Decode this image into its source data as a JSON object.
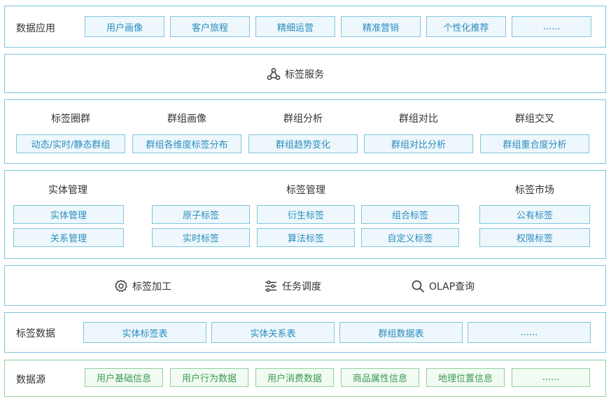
{
  "app": {
    "title": "数据应用",
    "items": [
      "用户画像",
      "客户旅程",
      "精细运营",
      "精准营销",
      "个性化推荐",
      "......"
    ]
  },
  "tag_service": {
    "label": "标签服务",
    "icon": "share-nodes-icon"
  },
  "analysis": {
    "groups": [
      {
        "title": "标签圈群",
        "item": "动态/实时/静态群组"
      },
      {
        "title": "群组画像",
        "item": "群组各维度标签分布"
      },
      {
        "title": "群组分析",
        "item": "群组趋势变化"
      },
      {
        "title": "群组对比",
        "item": "群组对比分析"
      },
      {
        "title": "群组交叉",
        "item": "群组重合度分析"
      }
    ]
  },
  "management": {
    "entity": {
      "title": "实体管理",
      "items": [
        "实体管理",
        "关系管理"
      ]
    },
    "tags": {
      "title": "标签管理",
      "items": [
        "原子标签",
        "衍生标签",
        "组合标签",
        "实时标签",
        "算法标签",
        "自定义标签"
      ]
    },
    "market": {
      "title": "标签市场",
      "items": [
        "公有标签",
        "权限标签"
      ]
    }
  },
  "processing": {
    "items": [
      {
        "label": "标签加工",
        "icon": "gear-icon"
      },
      {
        "label": "任务调度",
        "icon": "sliders-icon"
      },
      {
        "label": "OLAP查询",
        "icon": "search-icon"
      }
    ]
  },
  "tag_data": {
    "title": "标签数据",
    "items": [
      "实体标签表",
      "实体关系表",
      "群组数据表",
      "......"
    ]
  },
  "source": {
    "title": "数据源",
    "items": [
      "用户基础信息",
      "用户行为数据",
      "用户消费数据",
      "商品属性信息",
      "地理位置信息",
      "......"
    ]
  },
  "colors": {
    "border": "#7fc6dc",
    "box_fill": "#eef7fb",
    "box_text": "#2a8cc0",
    "source_border": "#8fd19e",
    "source_text": "#3c9a52"
  }
}
